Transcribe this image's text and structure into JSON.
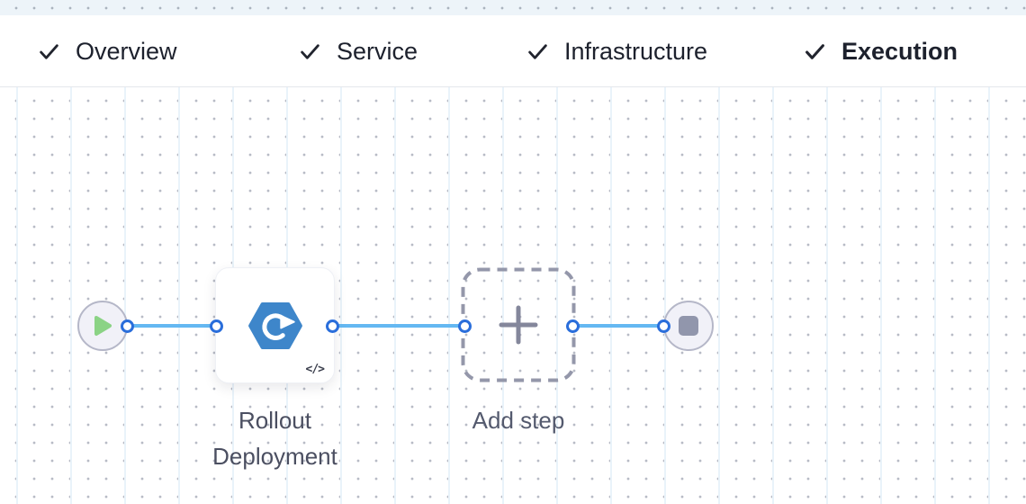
{
  "tabs": [
    {
      "label": "Overview",
      "status": "completed",
      "active": false
    },
    {
      "label": "Service",
      "status": "completed",
      "active": false
    },
    {
      "label": "Infrastructure",
      "status": "completed",
      "active": false
    },
    {
      "label": "Execution",
      "status": "completed",
      "active": true
    }
  ],
  "canvas": {
    "start_node": {
      "icon": "play-icon"
    },
    "steps": [
      {
        "label": "Rollout Deployment",
        "icon": "k8s-rolling-deployment-icon",
        "badge_icon": "code-icon",
        "badge_glyph": "</>"
      }
    ],
    "add_step": {
      "label": "Add step",
      "icon": "plus-icon"
    },
    "end_node": {
      "icon": "stop-icon"
    }
  },
  "icons": {
    "tab_status": "check-icon",
    "start": "play-icon",
    "end": "stop-icon",
    "placeholder": "plus-icon",
    "step_badge": "code-icon"
  },
  "colors": {
    "active_tab_underline": "#2f6cd1",
    "connector_line": "#64b8f2",
    "port_ring": "#2a6edb",
    "step_icon_blue": "#3e86ca",
    "play_green": "#8bd385",
    "stop_gray": "#9196ac",
    "tab_text": "#1d212d",
    "label_text": "#4b4f61"
  }
}
